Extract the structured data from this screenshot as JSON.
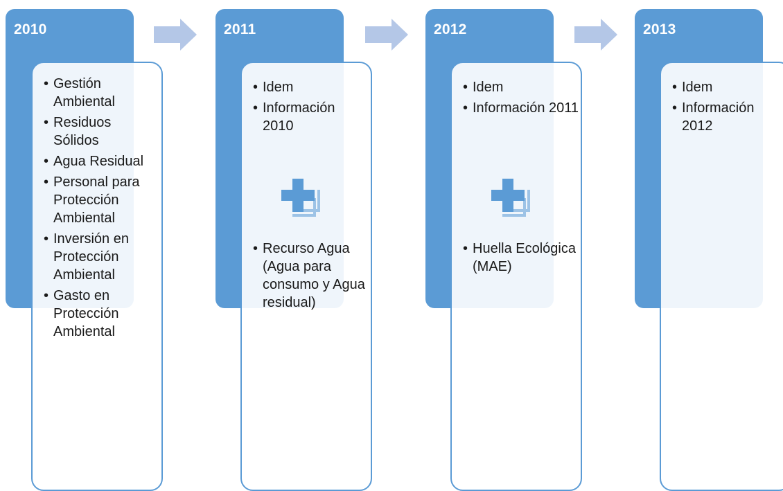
{
  "colors": {
    "tab": "#5b9bd5",
    "card_border": "#5b9bd5",
    "arrow": "#b4c7e7",
    "plus": "#5b9bd5",
    "plus_shadow": "#9dc3e6",
    "text": "#1a1a1a"
  },
  "icons": {
    "arrow": "arrow-right-icon",
    "plus": "plus-icon"
  },
  "stages": [
    {
      "year": "2010",
      "items_top": [
        "Gestión Ambiental",
        "Residuos Sólidos",
        "Agua Residual",
        "Personal para Protección Ambiental",
        "Inversión en Protección Ambiental",
        "Gasto en Protección Ambiental"
      ],
      "items_bottom": []
    },
    {
      "year": "2011",
      "items_top": [
        "Idem",
        "Información 2010"
      ],
      "items_bottom": [
        "Recurso Agua (Agua para consumo y Agua residual)"
      ]
    },
    {
      "year": "2012",
      "items_top": [
        "Idem",
        "Información 2011"
      ],
      "items_bottom": [
        "Huella Ecológica (MAE)"
      ]
    },
    {
      "year": "2013",
      "items_top": [
        "Idem",
        "Información 2012"
      ],
      "items_bottom": []
    }
  ]
}
